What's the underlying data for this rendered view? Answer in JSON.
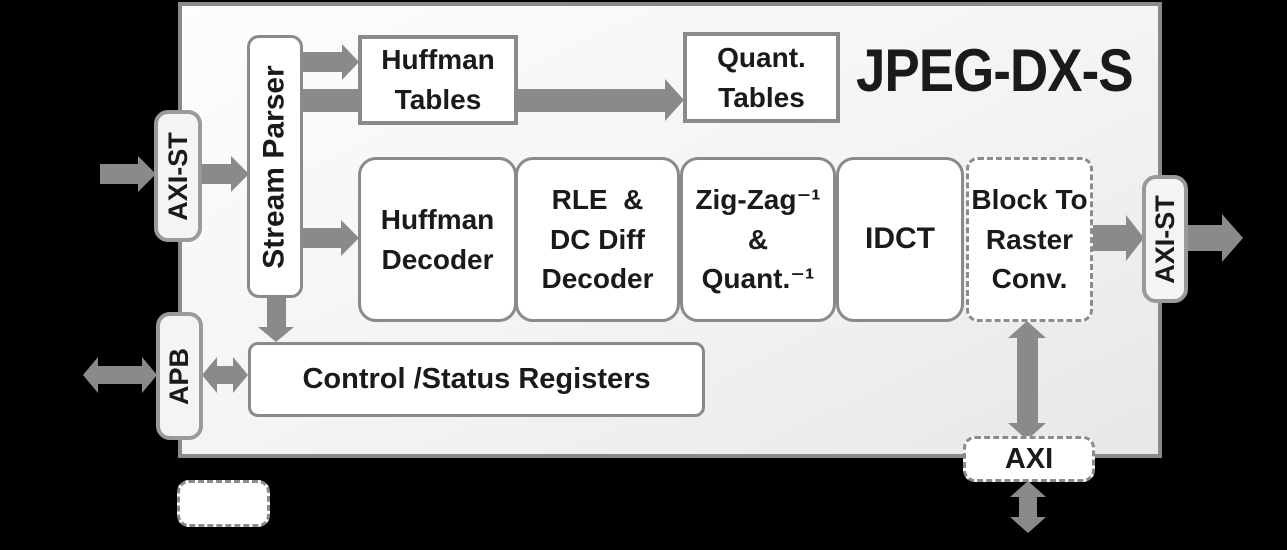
{
  "title": "JPEG-DX-S",
  "ports": {
    "axi_st_in": {
      "label": "AXI-ST"
    },
    "axi_st_out": {
      "label": "AXI-ST"
    },
    "apb": {
      "label": "APB"
    },
    "axi": {
      "label": "AXI"
    }
  },
  "blocks": {
    "stream_parser": {
      "label": "Stream Parser"
    },
    "huffman_tables": {
      "label": "Huffman\nTables"
    },
    "quant_tables": {
      "label": "Quant.\nTables"
    },
    "huffman_decoder": {
      "label": "Huffman\nDecoder"
    },
    "rle_dc_diff_decoder": {
      "label": "RLE  &\nDC Diff\nDecoder"
    },
    "inverse_zigzag_quant": {
      "label": "Zig-Zag⁻¹\n&\nQuant.⁻¹"
    },
    "idct": {
      "label": "IDCT"
    },
    "block_to_raster_conv": {
      "label": "Block To\nRaster\nConv."
    },
    "control_status_registers": {
      "label": "Control /Status Registers"
    }
  },
  "colors": {
    "background": "#000000",
    "module_fill_top": "#fdfdfd",
    "module_fill_bottom": "#e7e7e7",
    "box_fill": "#ffffff",
    "box_border": "#8a8a8a",
    "tab_fill": "#f4f4f4",
    "arrow": "#8a8a8a",
    "text": "#1a1a1a"
  }
}
